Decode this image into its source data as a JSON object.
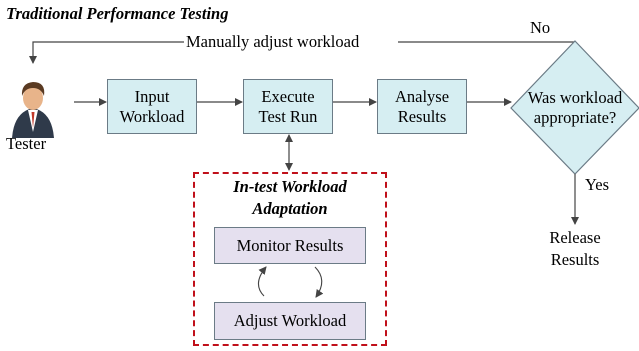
{
  "title": "Traditional Performance Testing",
  "feedback": {
    "label": "Manually adjust workload",
    "no_label": "No"
  },
  "actor": {
    "label": "Tester",
    "icon": "person-icon"
  },
  "steps": {
    "input": {
      "line1": "Input",
      "line2": "Workload"
    },
    "execute": {
      "line1": "Execute",
      "line2": "Test Run"
    },
    "analyse": {
      "line1": "Analyse",
      "line2": "Results"
    }
  },
  "decision": {
    "line1": "Was workload",
    "line2": "appropriate?",
    "yes_label": "Yes"
  },
  "release": {
    "line1": "Release",
    "line2": "Results"
  },
  "adaptation": {
    "title_line1": "In-test  Workload",
    "title_line2": "Adaptation",
    "monitor": "Monitor Results",
    "adjust": "Adjust Workload"
  },
  "colors": {
    "step_fill": "#d6eef2",
    "adapt_fill": "#e5e0ef",
    "dashed_border": "#c0101a",
    "stroke": "#6b7b86"
  }
}
